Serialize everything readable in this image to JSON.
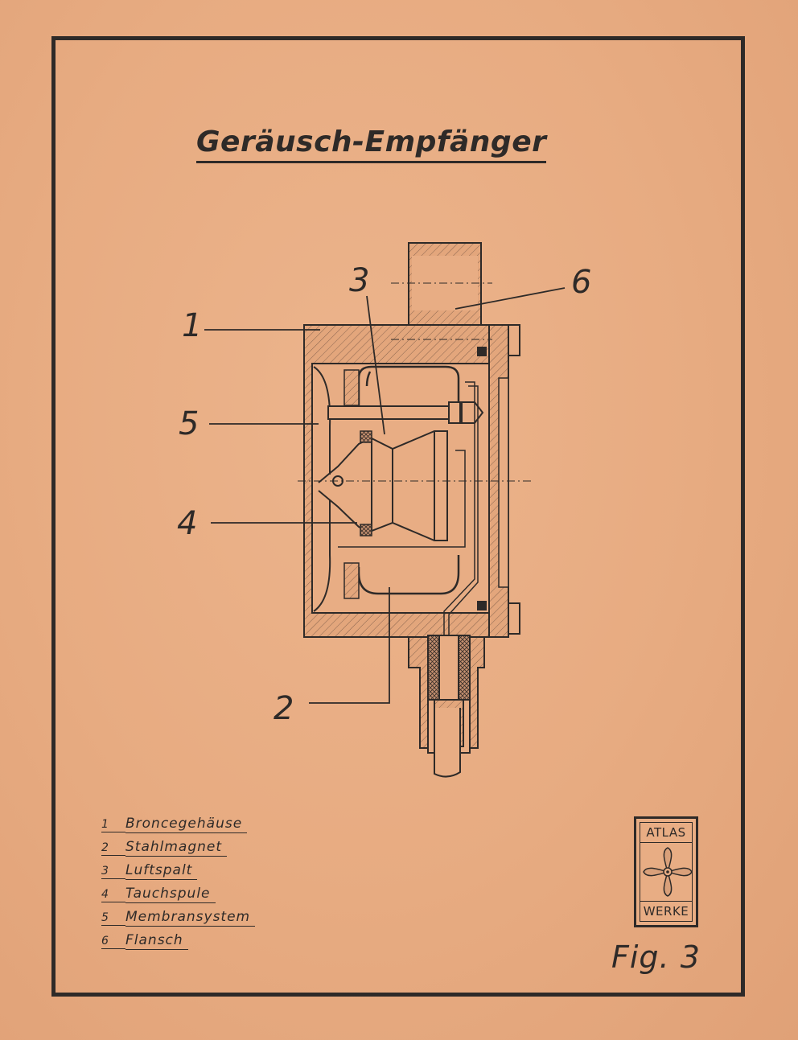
{
  "title": "Geräusch-Empfänger",
  "callouts": [
    {
      "number": "1"
    },
    {
      "number": "2"
    },
    {
      "number": "3"
    },
    {
      "number": "4"
    },
    {
      "number": "5"
    },
    {
      "number": "6"
    }
  ],
  "legend": [
    {
      "number": "1",
      "label": "Broncegehäuse"
    },
    {
      "number": "2",
      "label": "Stahlmagnet"
    },
    {
      "number": "3",
      "label": "Luftspalt"
    },
    {
      "number": "4",
      "label": "Tauchspule"
    },
    {
      "number": "5",
      "label": "Membransystem"
    },
    {
      "number": "6",
      "label": "Flansch"
    }
  ],
  "logo": {
    "top": "ATLAS",
    "bottom": "WERKE",
    "icon": "propeller-icon"
  },
  "figure_label": "Fig. 3",
  "colors": {
    "paper": "#e8ad84",
    "ink": "#2e2a28"
  }
}
